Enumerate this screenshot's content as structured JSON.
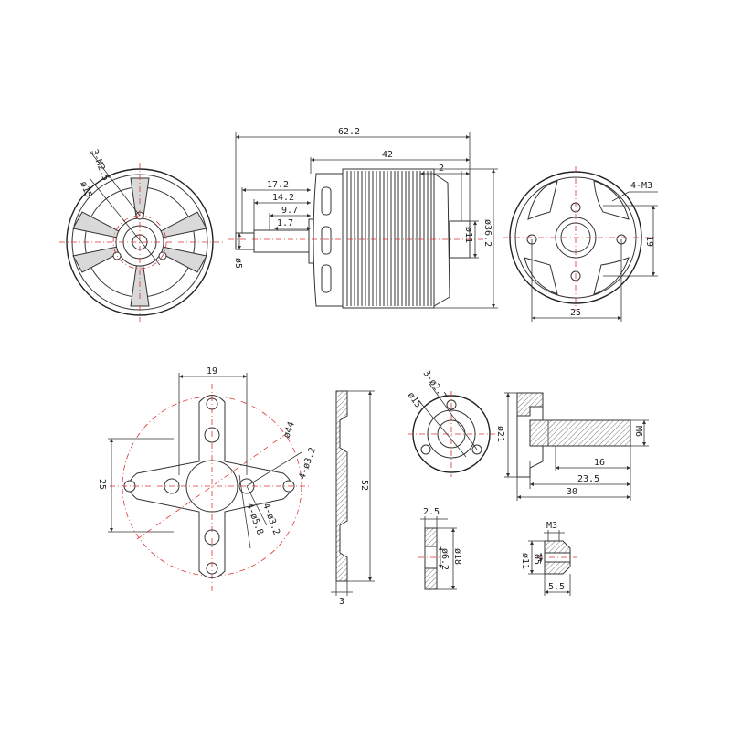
{
  "colors": {
    "line": "#333333",
    "center_line": "#dd3333",
    "fill": "#d9d9d9"
  },
  "front_view": {
    "label_holes": "3-M2.5",
    "label_circle": "ø15"
  },
  "side_view": {
    "length_total": "62.2",
    "length_body": "42",
    "length_cap": "2",
    "shaft_17": "17.2",
    "shaft_14": "14.2",
    "shaft_9": "9.7",
    "shaft_1": "1.7",
    "shaft_dia": "ø5",
    "boss_dia": "ø11",
    "body_dia": "ø36.2"
  },
  "rear_view": {
    "label_holes": "4-M3",
    "vert_spacing": "19",
    "horiz_spacing": "25"
  },
  "cross_mount": {
    "width": "19",
    "height": "25",
    "circle": "ø44",
    "holes_a": "4-ø3.2",
    "holes_b": "4-ø3.2",
    "holes_c": "4-ø5.8"
  },
  "plate_side": {
    "height": "52",
    "thickness": "3"
  },
  "prop_adapter_face": {
    "holes": "3-ø2.7",
    "circle": "ø15"
  },
  "prop_shaft": {
    "flange": "ø21",
    "thread": "M6",
    "len_16": "16",
    "len_23": "23.5",
    "len_30": "30"
  },
  "washer": {
    "thickness": "2.5",
    "inner": "ø6.2",
    "outer": "ø18"
  },
  "nut": {
    "thread": "M3",
    "outer": "ø11",
    "inner": "ø5",
    "length": "5.5"
  }
}
